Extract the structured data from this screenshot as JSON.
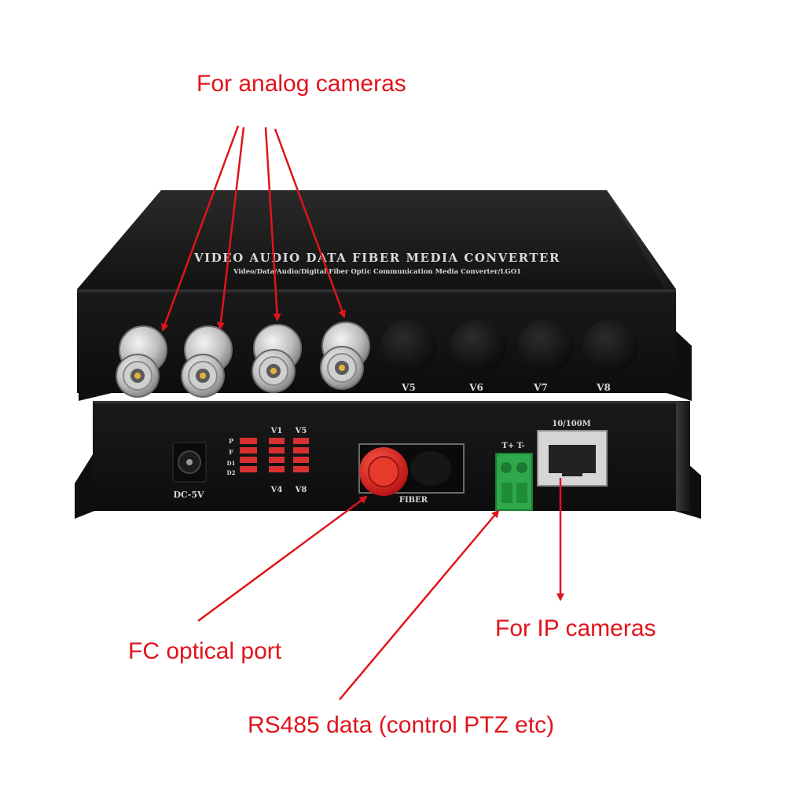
{
  "callouts": {
    "analog_cameras": "For analog cameras",
    "ip_cameras": "For IP cameras",
    "fc_optical_port": "FC optical port",
    "rs485_data": "RS485 data (control PTZ etc)"
  },
  "colors": {
    "annotation": "#e0141c",
    "device_body": "#1c1c1c",
    "silkscreen": "#d9d9d9",
    "fiber_cap": "#e02020",
    "terminal_block": "#2ea84a"
  },
  "device": {
    "top_unit": {
      "panel_title": "VIDEO AUDIO DATA FIBER MEDIA CONVERTER",
      "panel_subtitle": "Video/Data/Audio/Digital Fiber Optic Communication Media Converter/LGO1",
      "port_labels": [
        "V5",
        "V6",
        "V7",
        "V8"
      ]
    },
    "bottom_unit": {
      "power_label": "DC-5V",
      "led_labels": [
        "P",
        "F",
        "D1",
        "D2"
      ],
      "led_col1_top": "V1",
      "led_col1_bottom": "V4",
      "led_col2_top": "V5",
      "led_col2_bottom": "V8",
      "fiber_label": "FIBER",
      "rs485_terminals": "T+ T-",
      "rj45_label": "10/100M"
    }
  }
}
